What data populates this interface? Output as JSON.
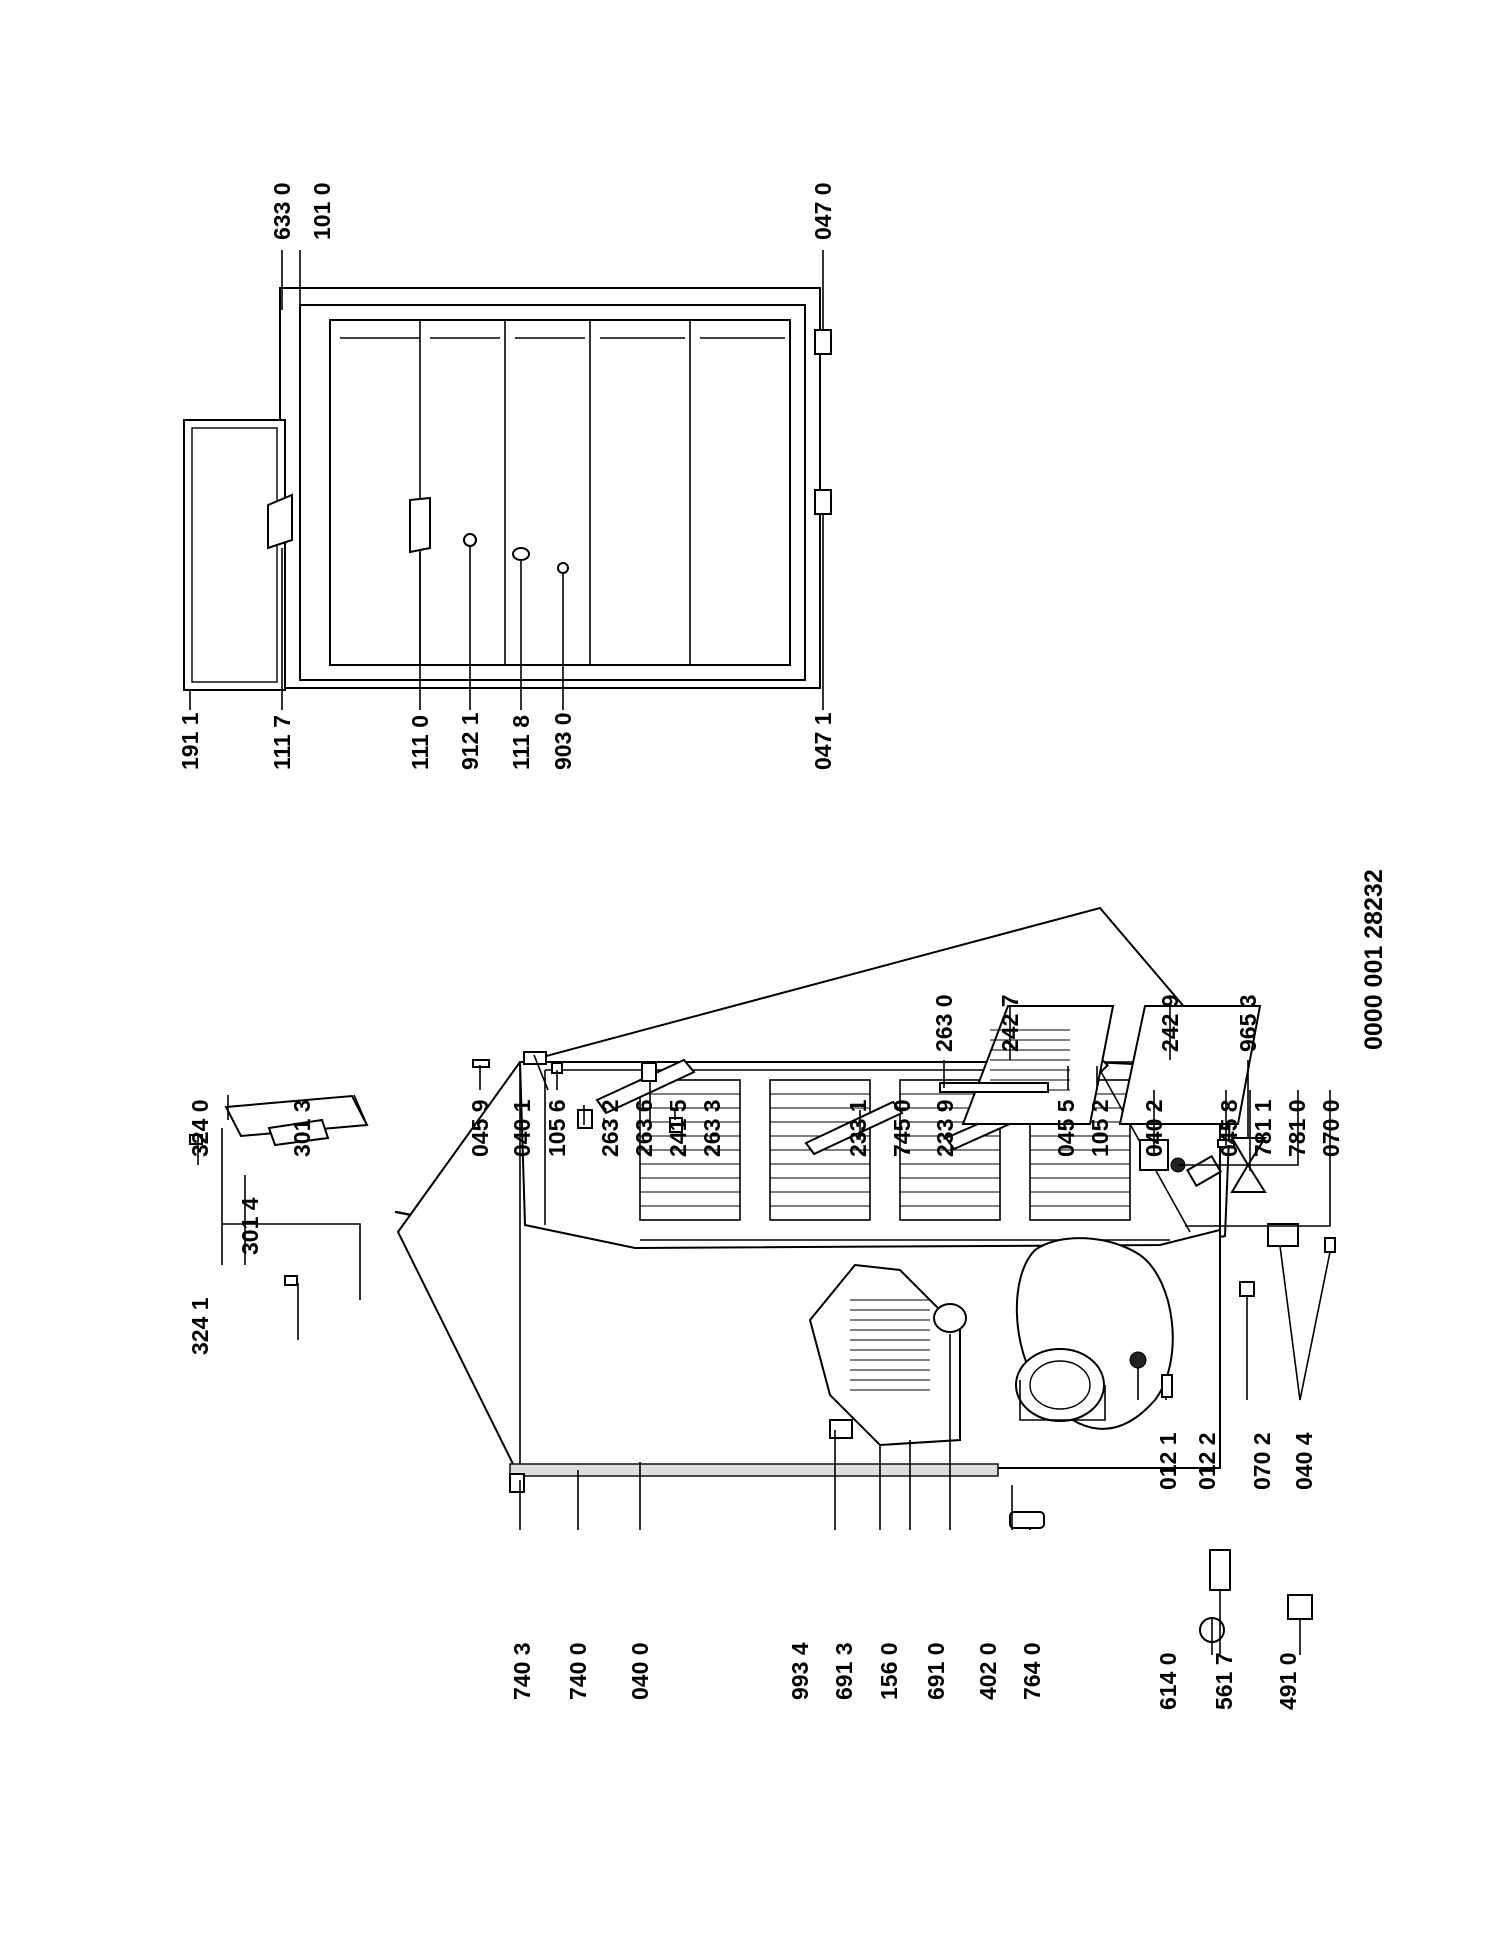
{
  "drawing_code": "0000 001 28232",
  "labels": {
    "l_324_0": "324 0",
    "l_301_3": "301 3",
    "l_301_4": "301 4",
    "l_324_1": "324 1",
    "l_045_9": "045 9",
    "l_040_1": "040 1",
    "l_105_6": "105 6",
    "l_263_2": "263 2",
    "l_263_6": "263 6",
    "l_241_5": "241 5",
    "l_263_3": "263 3",
    "l_233_1": "233 1",
    "l_745_0": "745 0",
    "l_233_9": "233 9",
    "l_045_5": "045 5",
    "l_105_2": "105 2",
    "l_040_2": "040 2",
    "l_045_8": "045 8",
    "l_781_1": "781 1",
    "l_781_0": "781 0",
    "l_070_0": "070 0",
    "l_740_3": "740 3",
    "l_740_0": "740 0",
    "l_040_0": "040 0",
    "l_993_4": "993 4",
    "l_691_3": "691 3",
    "l_156_0": "156 0",
    "l_691_0": "691 0",
    "l_402_0": "402 0",
    "l_764_0": "764 0",
    "l_614_0": "614 0",
    "l_561_7": "561 7",
    "l_491_0": "491 0",
    "l_012_1": "012 1",
    "l_012_2": "012 2",
    "l_070_2": "070 2",
    "l_040_4": "040 4",
    "l_191_1": "191 1",
    "l_111_7": "111 7",
    "l_111_0": "111 0",
    "l_912_1": "912 1",
    "l_111_8": "111 8",
    "l_903_0": "903 0",
    "l_047_1": "047 1",
    "l_633_0": "633 0",
    "l_101_0": "101 0",
    "l_047_0": "047 0",
    "l_263_0": "263 0",
    "l_242_7": "242 7",
    "l_242_9": "242 9",
    "l_965_3": "965 3"
  }
}
